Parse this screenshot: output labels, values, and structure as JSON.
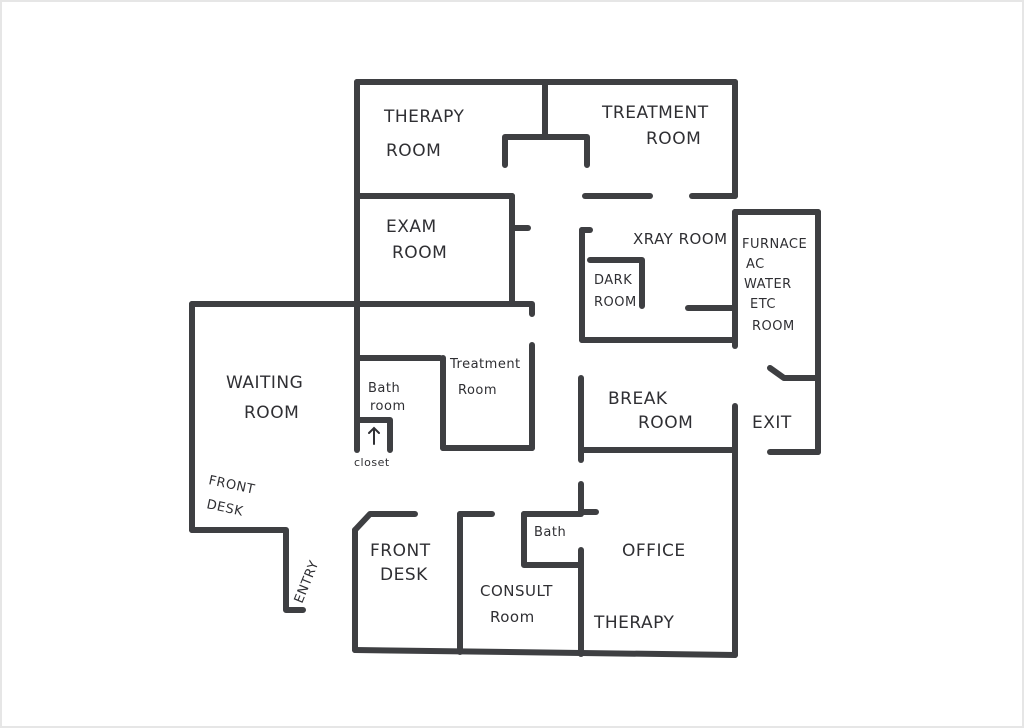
{
  "rooms": {
    "therapy_room": [
      "THERAPY",
      "ROOM"
    ],
    "treatment_room": [
      "TREATMENT",
      "ROOM"
    ],
    "exam_room": [
      "EXAM",
      "ROOM"
    ],
    "xray_room": "XRAY ROOM",
    "dark_room": [
      "DARK",
      "ROOM"
    ],
    "utility_room": [
      "FURNACE",
      "AC",
      "WATER",
      "ETC",
      "ROOM"
    ],
    "waiting_room": [
      "WAITING",
      "ROOM"
    ],
    "bathroom": [
      "Bath",
      "room"
    ],
    "treatment_small": [
      "Treatment",
      "Room"
    ],
    "closet": "closet",
    "break_room": [
      "BREAK",
      "ROOM"
    ],
    "exit": "EXIT",
    "front_desk_waiting": [
      "FRONT",
      "DESK"
    ],
    "entry": "ENTRY",
    "front_desk": [
      "FRONT",
      "DESK"
    ],
    "consult_room": [
      "CONSULT",
      "Room"
    ],
    "bath": "Bath",
    "office": "OFFICE",
    "therapy": "THERAPY"
  },
  "colors": {
    "wall": "#3e3f42",
    "ink": "#2f2f33",
    "paper": "#ffffff"
  }
}
